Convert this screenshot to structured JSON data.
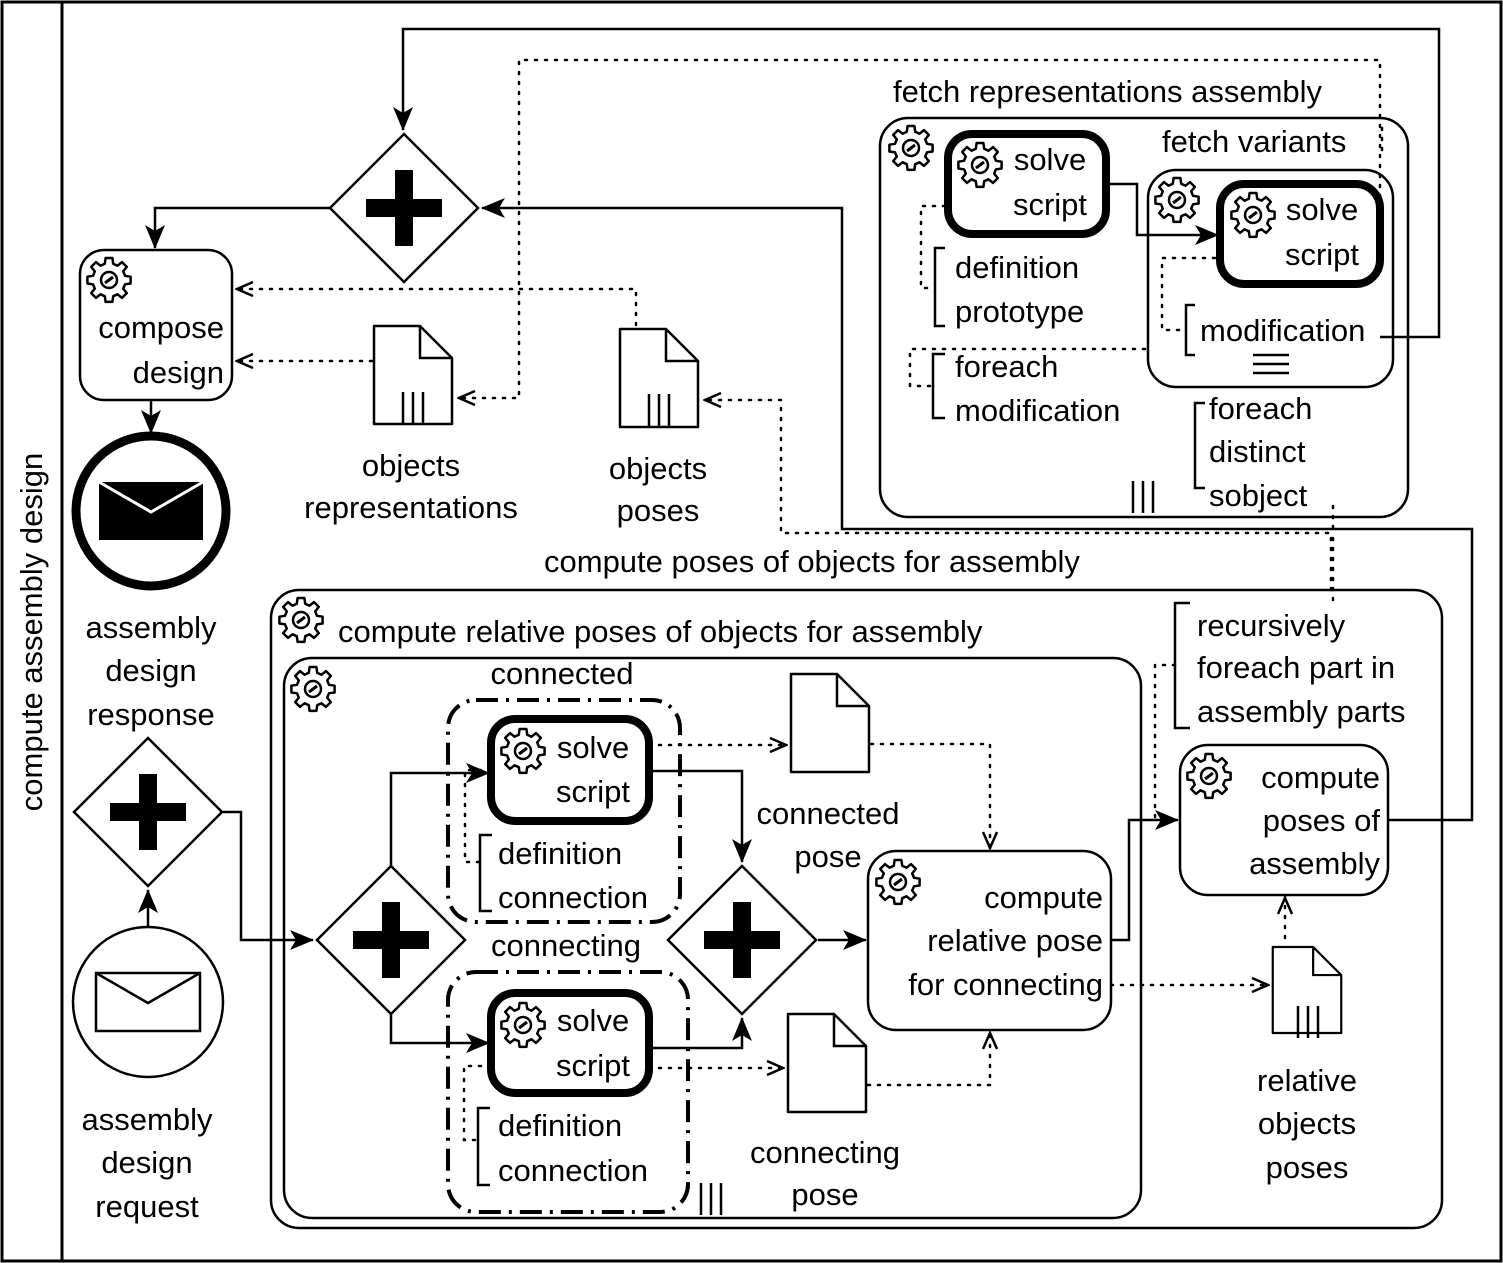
{
  "pool": {
    "label": "compute assembly design"
  },
  "events": {
    "start_label": [
      "assembly",
      "design",
      "request"
    ],
    "end_label": [
      "assembly",
      "design",
      "response"
    ]
  },
  "tasks": {
    "compose_design": [
      "compose",
      "design"
    ],
    "compute_poses_of_assembly": [
      "compute",
      "poses of",
      "assembly"
    ],
    "compute_relative_pose": [
      "compute",
      "relative pose",
      "for connecting"
    ],
    "solve_script": [
      "solve",
      "script"
    ]
  },
  "subprocesses": {
    "fetch_representations": "fetch representations assembly",
    "fetch_variants": "fetch variants",
    "compute_poses": "compute poses of objects for assembly",
    "compute_relative_poses": "compute relative poses of objects for assembly"
  },
  "groups": {
    "connected": "connected",
    "connecting": "connecting"
  },
  "data_objects": {
    "objects_representations": [
      "objects",
      "representations"
    ],
    "objects_poses": [
      "objects",
      "poses"
    ],
    "connected_pose": [
      "connected",
      "pose"
    ],
    "connecting_pose": [
      "connecting",
      "pose"
    ],
    "relative_objects_poses": [
      "relative",
      "objects",
      "poses"
    ]
  },
  "annotations": {
    "definition_prototype": [
      "definition",
      "prototype"
    ],
    "foreach_modification": [
      "foreach",
      "modification"
    ],
    "modification": "modification",
    "foreach_distinct_sobject": [
      "foreach",
      "distinct",
      "sobject"
    ],
    "recursively": [
      "recursively",
      "foreach part in",
      "assembly parts"
    ],
    "definition_connection": [
      "definition",
      "connection"
    ]
  },
  "markers": {
    "parallel": "|||"
  },
  "icons": [
    "gear-icon",
    "envelope-icon",
    "plus-icon",
    "document-icon"
  ]
}
